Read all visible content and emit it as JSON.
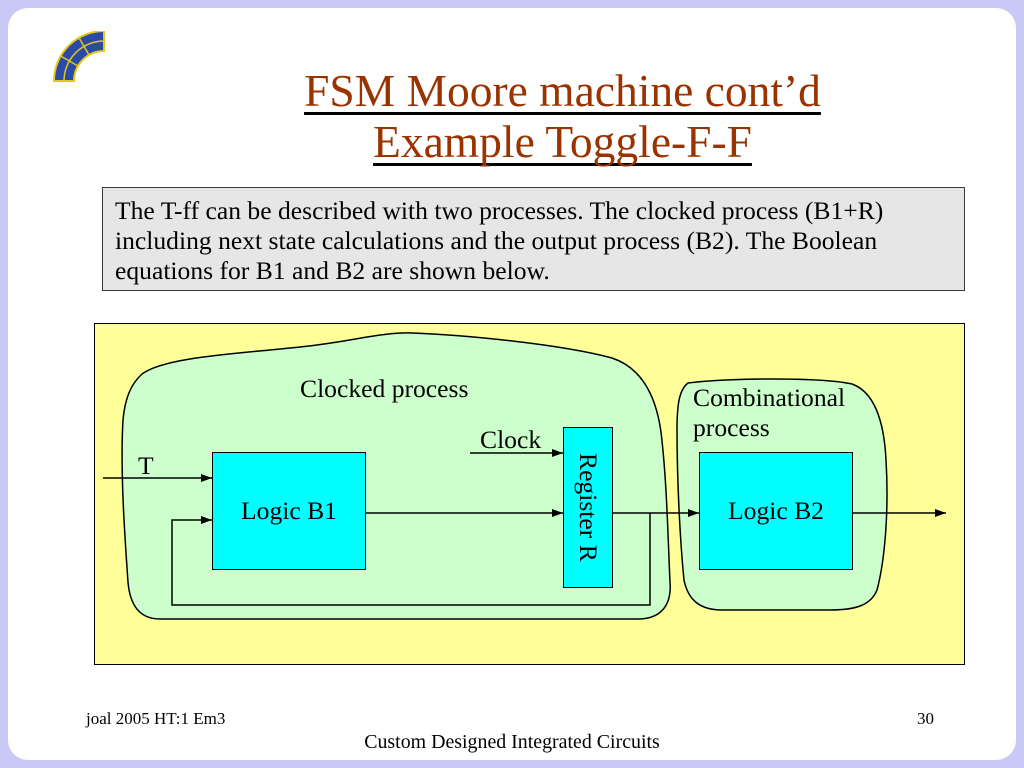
{
  "slide": {
    "logo_icon": "globe-logo-icon",
    "title_lines": [
      "FSM Moore machine cont’d",
      "Example Toggle-F-F"
    ],
    "description": "The T-ff can be described with two processes. The clocked process (B1+R) including next state calculations and the output process (B2). The Boolean equations for B1 and B2 are shown below."
  },
  "diagram": {
    "clocked_process_label": "Clocked process",
    "combinational_process_label": "Combinational process",
    "clock_input_label": "Clock",
    "t_input_label": "T",
    "logic_b1_label": "Logic B1",
    "register_label": "Register R",
    "logic_b2_label": "Logic B2"
  },
  "footer": {
    "author_course": "joal 2005 HT:1 Em3",
    "page_number": "30",
    "course_title": "Custom Designed Integrated Circuits"
  },
  "colors": {
    "page_border": "#c9c9f5",
    "slide_background": "#ffffff",
    "title_text": "#993300",
    "title_underline": "#000000",
    "description_box": "#e6e6e6",
    "diagram_background": "#ffff99",
    "process_region": "#ccffcc",
    "logic_block": "#00ffff"
  }
}
